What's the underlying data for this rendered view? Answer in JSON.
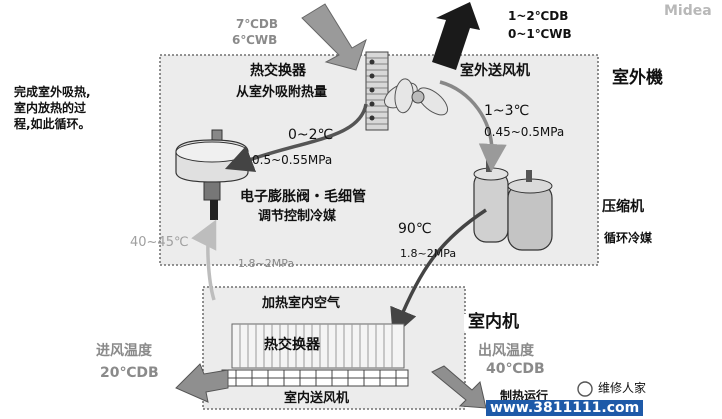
{
  "brand": "Midea",
  "intro": {
    "line1": "完成室外吸热,",
    "line2": "室内放热的过",
    "line3": "程,如此循环。"
  },
  "outdoor_unit": {
    "title": "室外機",
    "fan_label": "室外送风机",
    "heat_exchanger_label": "热交换器",
    "heat_exchanger_sub": "从室外吸附热量",
    "inlet_db": "7℃DB",
    "inlet_wb": "6℃WB",
    "outlet_db": "1~2℃DB",
    "outlet_wb": "0~1℃WB",
    "hx_temp": "0~2℃",
    "hx_pressure": "0.5~0.55MPa",
    "suction_temp": "1~3℃",
    "suction_pressure": "0.45~0.5MPa",
    "expansion_label": "电子膨胀阀・毛细管",
    "expansion_sub": "调节控制冷媒",
    "compressor_label": "压缩机",
    "compressor_sub": "循环冷媒",
    "discharge_temp": "90℃",
    "discharge_pressure": "1.8~2MPa"
  },
  "return_line": {
    "temp": "40~45℃",
    "pressure": "1.8~2MPa"
  },
  "indoor_unit": {
    "title": "室内机",
    "heating_label": "加热室内空气",
    "heat_exchanger_label": "热交换器",
    "fan_label": "室内送风机",
    "inlet_label": "进风温度",
    "inlet_db": "20℃DB",
    "outlet_label": "出风温度",
    "outlet_db": "40℃DB",
    "mode_label": "制热运行"
  },
  "watermark": {
    "name": "维修人家",
    "url": "www.3811111.com"
  },
  "colors": {
    "box_fill": "#ececec",
    "gray_text": "#8a8a8a",
    "arrow_dark": "#1a1a1a"
  }
}
